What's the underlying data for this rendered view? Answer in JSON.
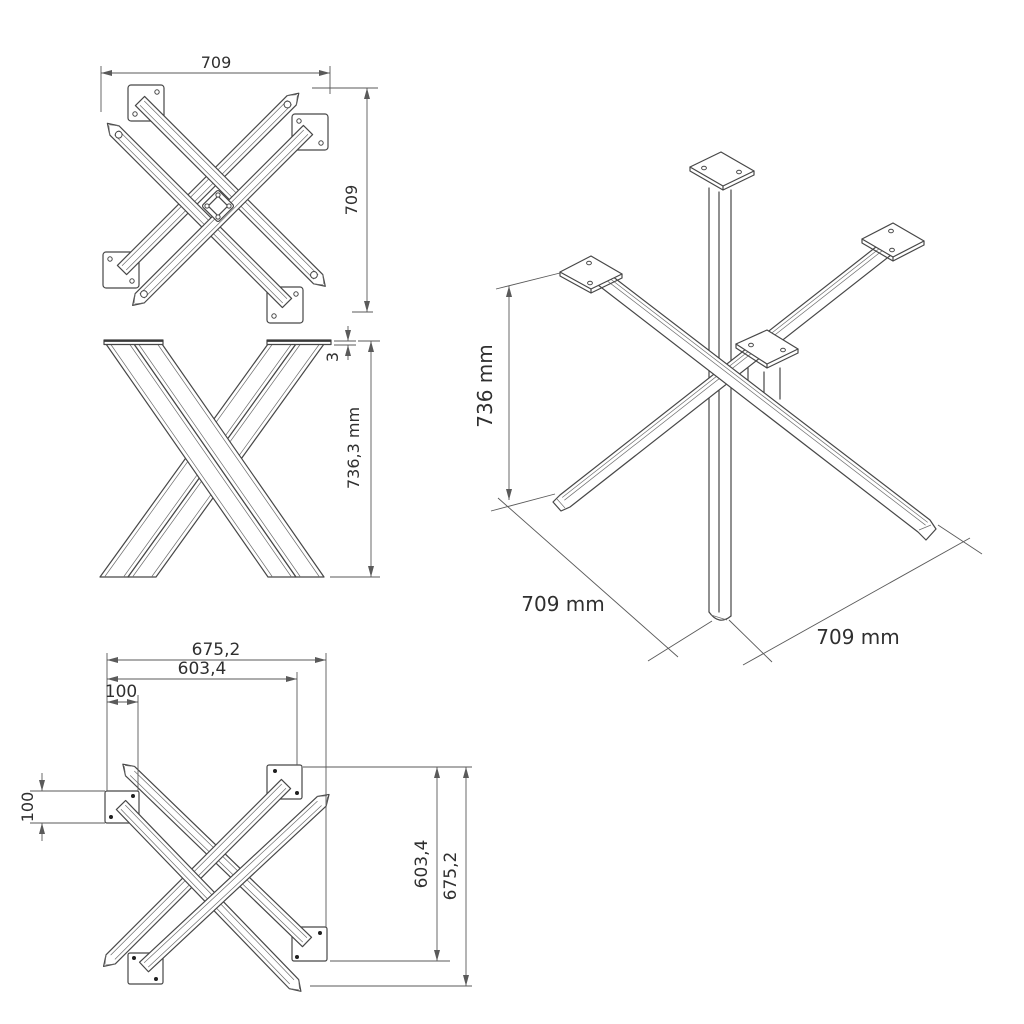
{
  "drawing": {
    "type": "technical-drawing",
    "subject": "spider-cross-table-base",
    "background": "#ffffff",
    "colors": {
      "model_line": "#474747",
      "inner_line": "#6e6e6e",
      "dimension_line": "#5a5a5a",
      "text": "#2f2f2f"
    },
    "views": {
      "top": {
        "label": "top-view",
        "dim_width": "709",
        "dim_height": "709"
      },
      "front": {
        "label": "front-view",
        "dim_plate_thickness": "3",
        "dim_height": "736,3 mm"
      },
      "bottom": {
        "label": "bottom-view",
        "dim_outer_width": "675,2",
        "dim_plate_span_h": "603,4",
        "dim_plate_offset": "100",
        "dim_plate_size": "100",
        "dim_plate_span_v": "603,4",
        "dim_outer_height": "675,2"
      },
      "isometric": {
        "label": "isometric-view",
        "dim_height": "736 mm",
        "dim_depth": "709 mm",
        "dim_width": "709 mm"
      }
    }
  }
}
